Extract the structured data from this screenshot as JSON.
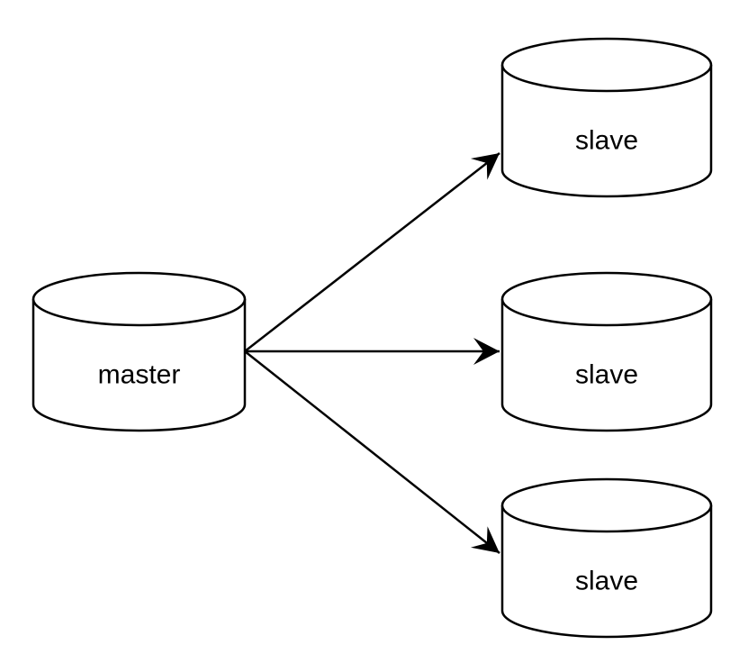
{
  "diagram": {
    "type": "database-replication-topology",
    "colors": {
      "background": "#ffffff",
      "fill": "#ffffff",
      "stroke": "#000000"
    },
    "nodes": [
      {
        "id": "master",
        "shape": "cylinder",
        "label": "master"
      },
      {
        "id": "slave-1",
        "shape": "cylinder",
        "label": "slave"
      },
      {
        "id": "slave-2",
        "shape": "cylinder",
        "label": "slave"
      },
      {
        "id": "slave-3",
        "shape": "cylinder",
        "label": "slave"
      }
    ],
    "edges": [
      {
        "from": "master",
        "to": "slave-1",
        "style": "solid-arrow"
      },
      {
        "from": "master",
        "to": "slave-2",
        "style": "solid-arrow"
      },
      {
        "from": "master",
        "to": "slave-3",
        "style": "solid-arrow"
      }
    ]
  }
}
